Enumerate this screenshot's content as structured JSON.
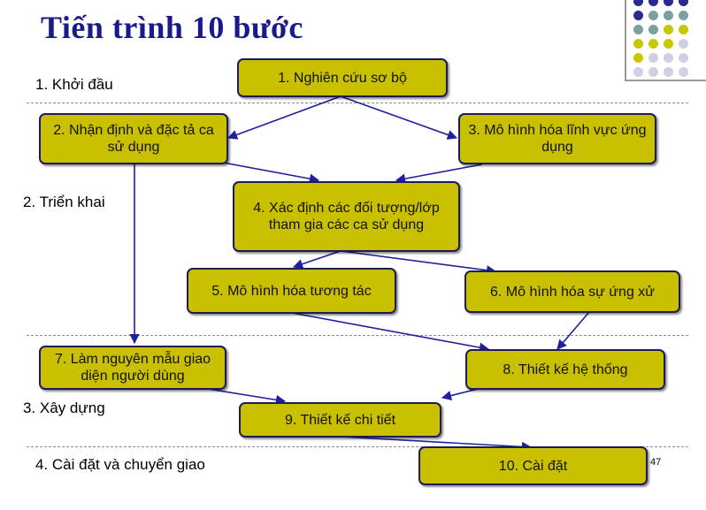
{
  "title": "Tiến trình 10 bước",
  "phases": [
    "1. Khởi đầu",
    "2. Triển khai",
    "3. Xây dựng",
    "4. Cài đặt và chuyển giao"
  ],
  "steps": [
    "1. Nghiên cứu sơ bộ",
    "2. Nhận định và đặc tả ca sử dụng",
    "3. Mô hình hóa lĩnh vực ứng dụng",
    "4. Xác định các đối tượng/lớp tham gia các ca sử dụng",
    "5. Mô hình hóa tương tác",
    "6. Mô hình hóa sự ứng xử",
    "7. Làm nguyên mẫu giao diện người dùng",
    "8. Thiết kế hệ thống",
    "9. Thiết kế chi tiết",
    "10. Cài đặt"
  ],
  "page_number": "47",
  "colors": {
    "title": "#1a1a8c",
    "box_fill": "#c8c000",
    "box_border": "#1c1c5a",
    "arrow": "#1f1fa0",
    "dot_navy": "#2a2a8c",
    "dot_teal": "#7aa0a0",
    "dot_yellow": "#c8c800",
    "dot_lavender": "#cfcfe6"
  }
}
